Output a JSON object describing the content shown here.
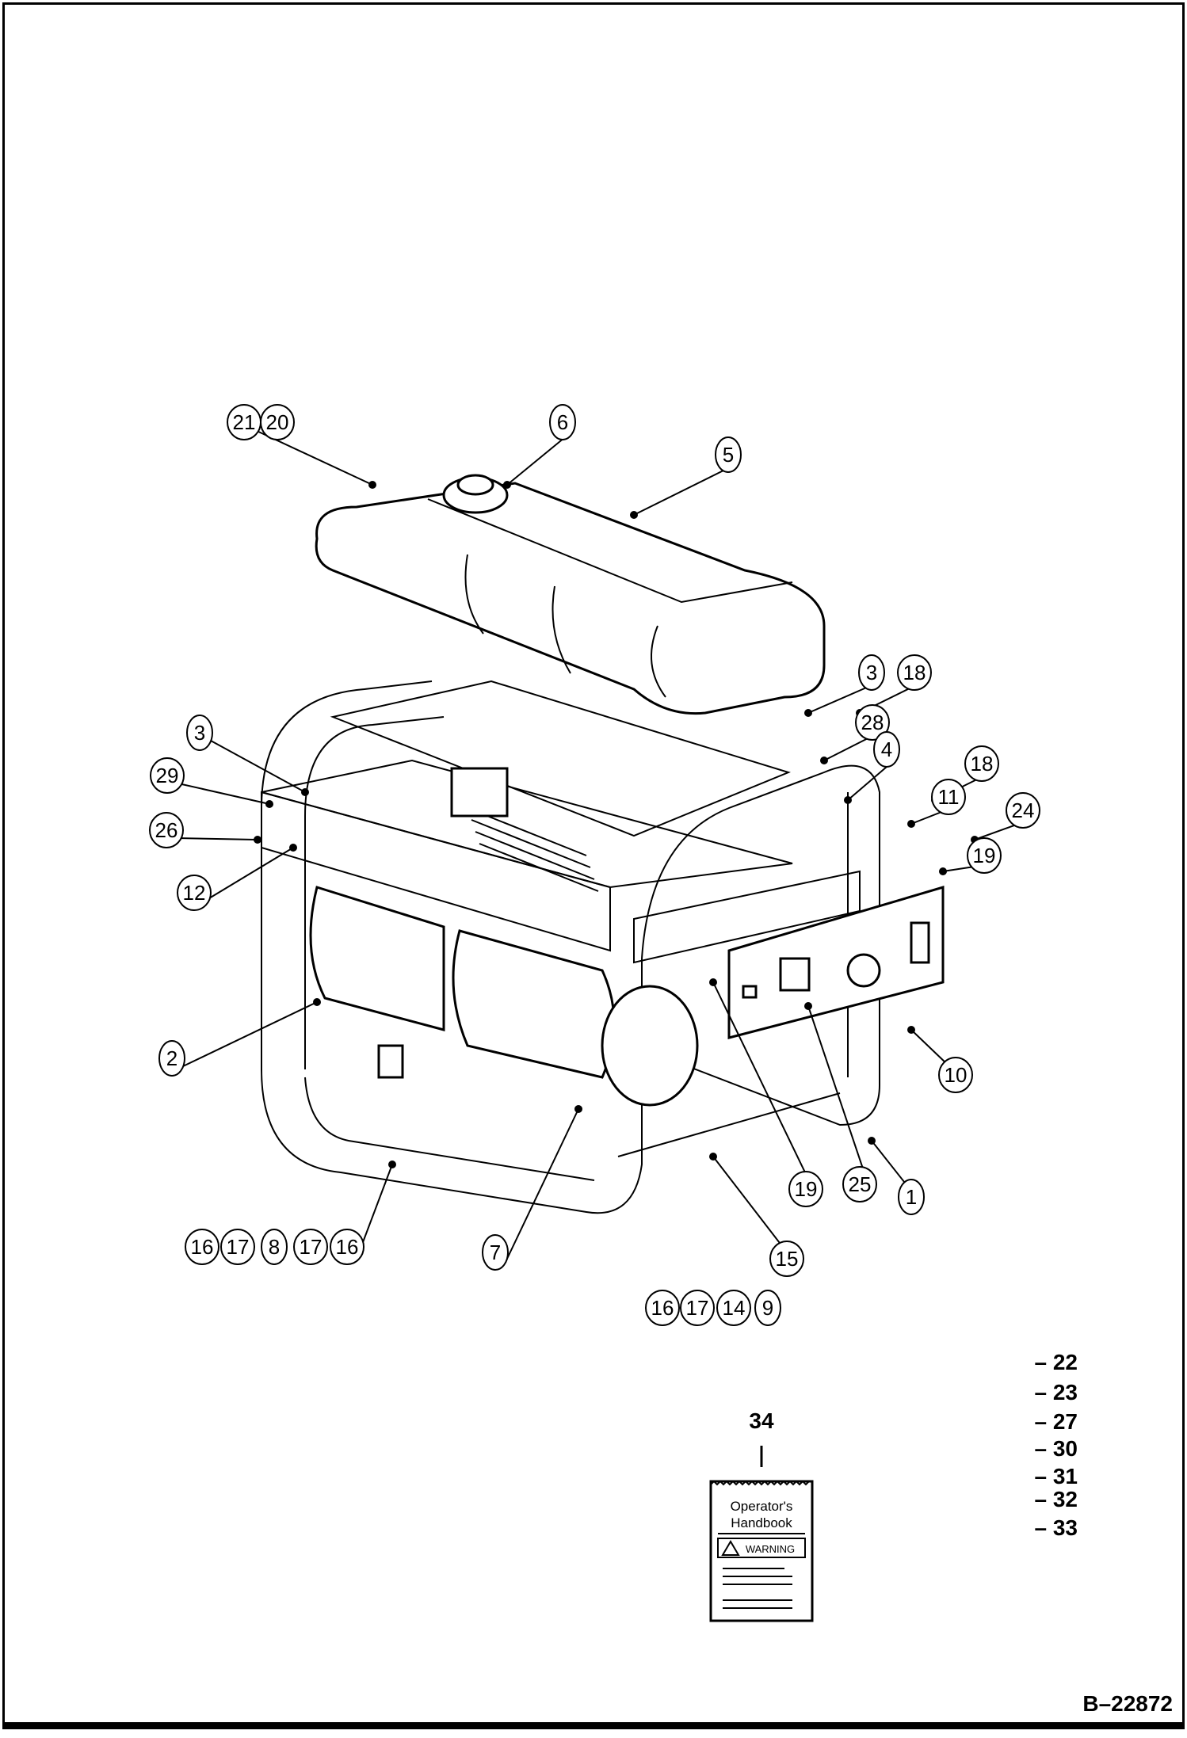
{
  "callouts": [
    "21",
    "20",
    "6",
    "5",
    "3",
    "18",
    "28",
    "4",
    "18",
    "11",
    "24",
    "19",
    "3",
    "29",
    "26",
    "12",
    "2",
    "10",
    "19",
    "25",
    "1",
    "15",
    "7",
    "16",
    "17",
    "8",
    "17",
    "16",
    "16",
    "17",
    "14",
    "9"
  ],
  "kit_items": [
    "22",
    "23",
    "27",
    "30",
    "31",
    "32",
    "33"
  ],
  "handbook": {
    "item_number": "34",
    "title_line1": "Operator's",
    "title_line2": "Handbook",
    "warning": "WARNING"
  },
  "drawing_number": "B–22872"
}
